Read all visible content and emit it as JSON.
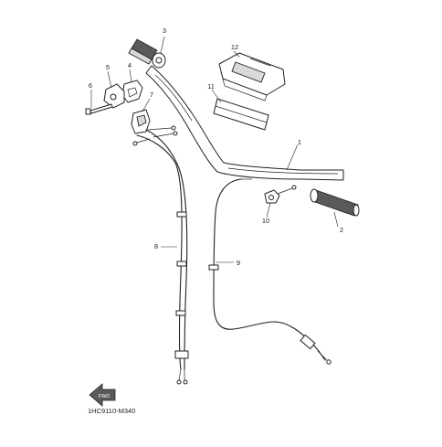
{
  "diagram": {
    "code": "1HC9110-M340",
    "fwd_label": "FWD",
    "callouts": [
      "1",
      "2",
      "3",
      "4",
      "5",
      "6",
      "7",
      "8",
      "9",
      "10",
      "11",
      "12"
    ]
  }
}
